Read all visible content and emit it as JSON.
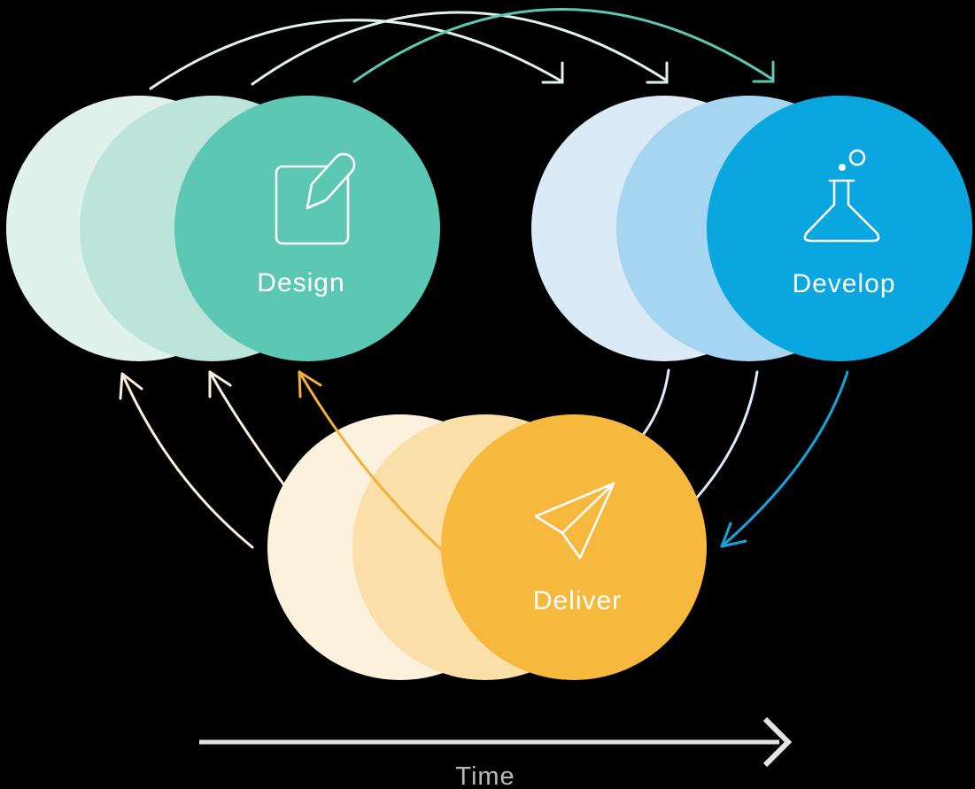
{
  "background_color": "#000000",
  "clusters": {
    "design": {
      "label": "Design",
      "icon": "pencil-square-icon",
      "label_color": "#FFFFFF",
      "circle_colors": [
        "#E1F2ED",
        "#BCE4DB",
        "#5CC8B4"
      ]
    },
    "develop": {
      "label": "Develop",
      "icon": "flask-icon",
      "label_color": "#FFFFFF",
      "circle_colors": [
        "#DAEAF7",
        "#A5D5F1",
        "#0AA6E0"
      ]
    },
    "deliver": {
      "label": "Deliver",
      "icon": "paper-plane-icon",
      "label_color": "#FFFFFF",
      "circle_colors": [
        "#FCF1DC",
        "#FADFA8",
        "#F6B93E"
      ]
    }
  },
  "arrows": {
    "design_to_develop": {
      "faded_color": "#E0F2EC",
      "accent_color": "#5CC8B4"
    },
    "develop_to_deliver": {
      "faded_color": "#D9EAF8",
      "accent_color": "#14A5DF"
    },
    "deliver_to_design": {
      "faded_color": "#FAF0DB",
      "accent_color": "#F2B138"
    }
  },
  "time_axis": {
    "label": "Time",
    "line_color": "#E4E4E4",
    "label_color": "#B9B9B9"
  }
}
